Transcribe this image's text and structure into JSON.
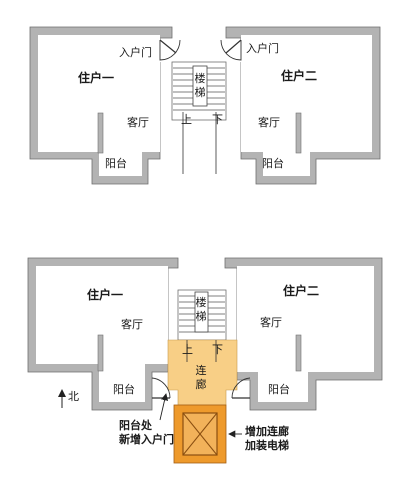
{
  "top_plan": {
    "unit_one": "住户一",
    "unit_two": "住户二",
    "entry_left": "入户门",
    "entry_right": "入户门",
    "living_left": "客厅",
    "living_right": "客厅",
    "balcony_left": "阳台",
    "balcony_right": "阳台",
    "stairs": "楼梯",
    "up": "上",
    "down": "下"
  },
  "bottom_plan": {
    "unit_one": "住户一",
    "unit_two": "住户二",
    "living_left": "客厅",
    "living_right": "客厅",
    "balcony_left": "阳台",
    "balcony_right": "阳台",
    "stairs": "楼梯",
    "up": "上",
    "down": "下",
    "corridor": "连廊",
    "north": "北",
    "new_door_line1": "阳台处",
    "new_door_line2": "新增入户门",
    "elevator_line1": "增加连廊",
    "elevator_line2": "加装电梯"
  },
  "colors": {
    "wall": "#b3b3b3",
    "wall_edge": "#6f6f6f",
    "floor": "#ffffff",
    "corridor": "#f8cf86",
    "elevator_frame": "#ee9a2c",
    "elevator_car": "#d9791b"
  }
}
